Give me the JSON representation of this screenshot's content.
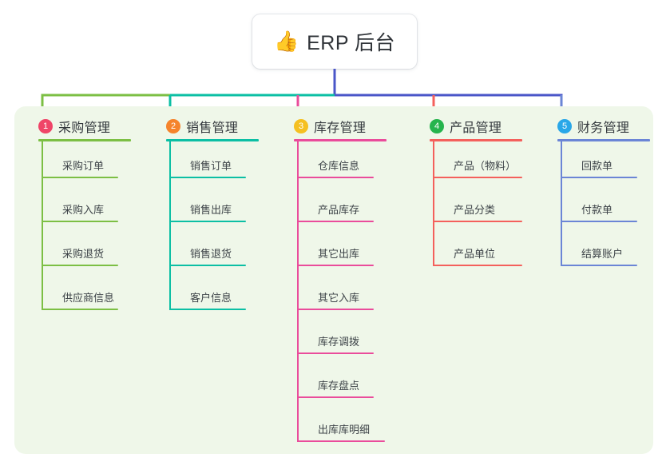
{
  "root": {
    "icon": "thumbs-up-icon",
    "icon_glyph": "👍",
    "title": "ERP 后台"
  },
  "panel": {
    "background_color": "#eff7e9"
  },
  "connector_colors": {
    "center_stem": "#4a56c8",
    "bus_left": "#7cbf44",
    "bus_middle": "#0cbfa4",
    "bus_right": "#4a56c8"
  },
  "columns": [
    {
      "index": "1",
      "title": "采购管理",
      "badge_color": "#ef4568",
      "line_color": "#7cbf44",
      "items": [
        {
          "label": "采购订单"
        },
        {
          "label": "采购入库"
        },
        {
          "label": "采购退货"
        },
        {
          "label": "供应商信息"
        }
      ]
    },
    {
      "index": "2",
      "title": "销售管理",
      "badge_color": "#f5842c",
      "line_color": "#0cbfa4",
      "items": [
        {
          "label": "销售订单"
        },
        {
          "label": "销售出库"
        },
        {
          "label": "销售退货"
        },
        {
          "label": "客户信息"
        }
      ]
    },
    {
      "index": "3",
      "title": "库存管理",
      "badge_color": "#f5c021",
      "line_color": "#ea4c9b",
      "items": [
        {
          "label": "仓库信息"
        },
        {
          "label": "产品库存"
        },
        {
          "label": "其它出库"
        },
        {
          "label": "其它入库"
        },
        {
          "label": "库存调拨"
        },
        {
          "label": "库存盘点"
        },
        {
          "label": "出库库明细"
        }
      ]
    },
    {
      "index": "4",
      "title": "产品管理",
      "badge_color": "#26b44d",
      "line_color": "#f4605c",
      "items": [
        {
          "label": "产品（物料）"
        },
        {
          "label": "产品分类"
        },
        {
          "label": "产品单位"
        }
      ]
    },
    {
      "index": "5",
      "title": "财务管理",
      "badge_color": "#29a7e8",
      "line_color": "#6b85d6",
      "items": [
        {
          "label": "回款单"
        },
        {
          "label": "付款单"
        },
        {
          "label": "结算账户"
        }
      ]
    }
  ]
}
